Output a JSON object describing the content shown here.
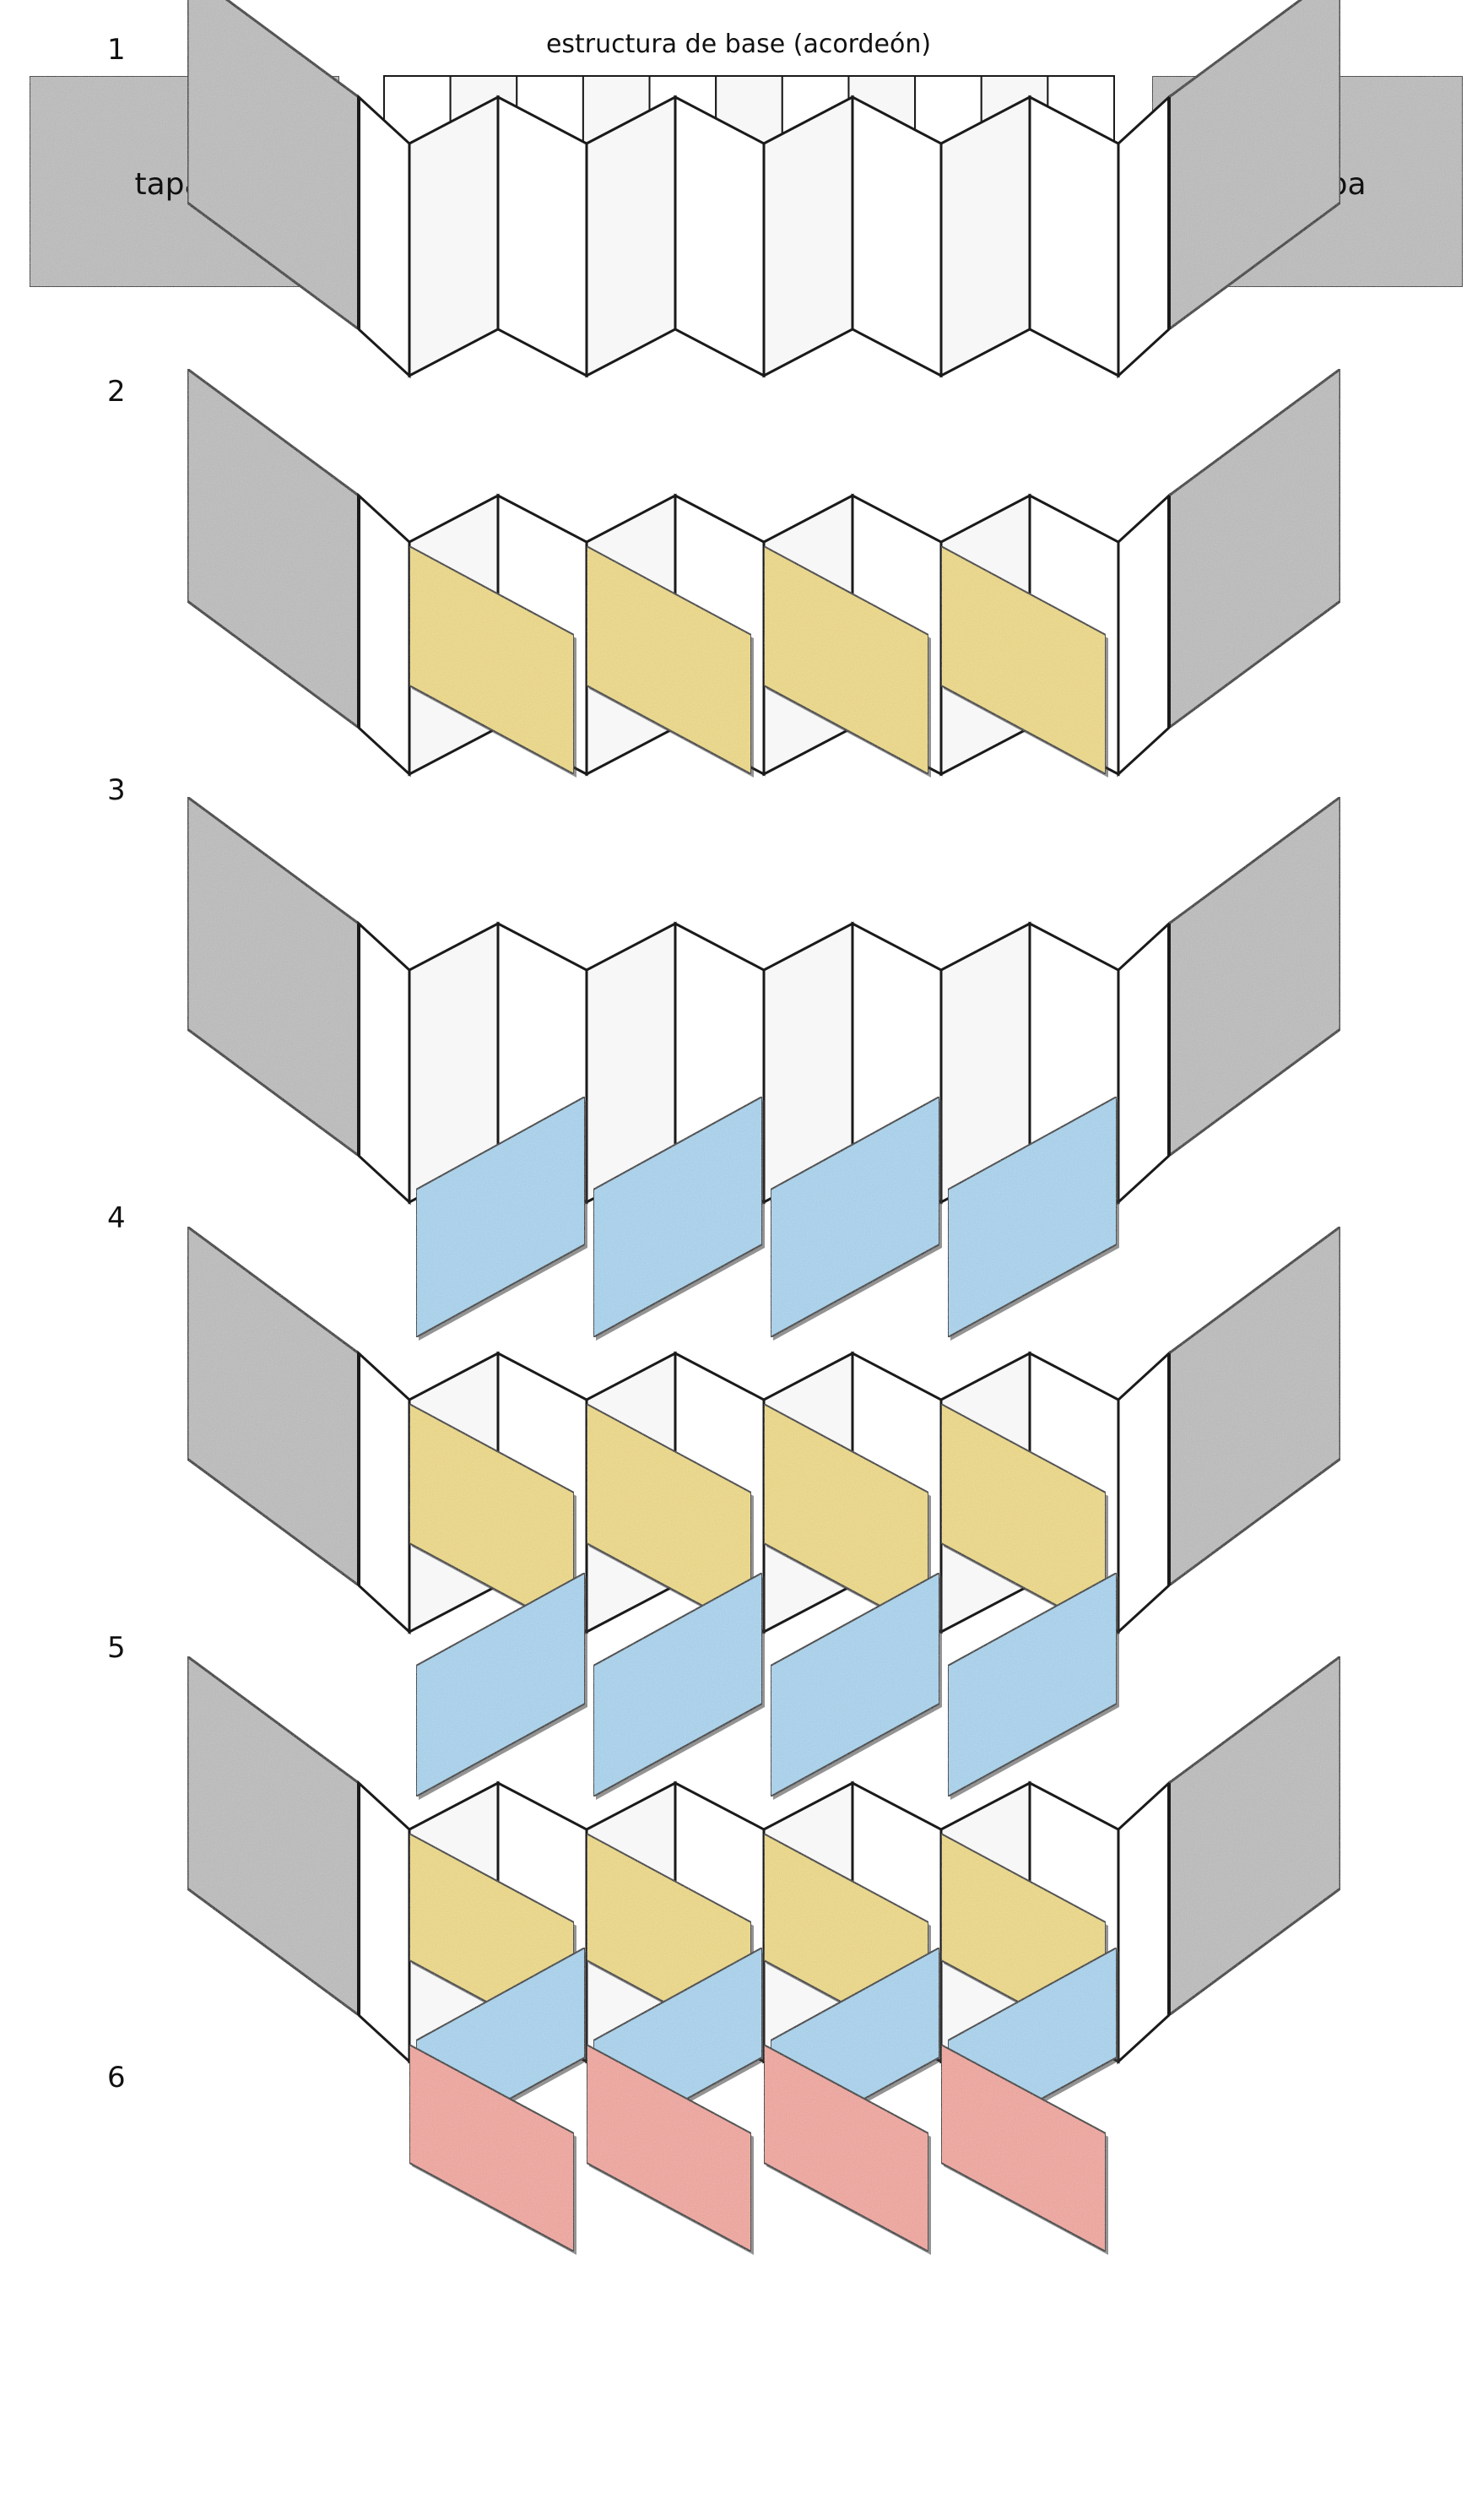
{
  "step1": {
    "number": "1",
    "caption": "estructura de base (acordeón)",
    "left_cover_label": "tapa",
    "right_cover_label": "tapa"
  },
  "steps": [
    {
      "number": "2",
      "layers": []
    },
    {
      "number": "3",
      "layers": [
        "yellow"
      ]
    },
    {
      "number": "4",
      "layers": [
        "blue"
      ]
    },
    {
      "number": "5",
      "layers": [
        "yellow",
        "blue"
      ]
    },
    {
      "number": "6",
      "layers": [
        "yellow",
        "blue",
        "red"
      ]
    }
  ],
  "colors": {
    "cover": "#bdbdbd",
    "panel_white": "#ffffff",
    "panel_light": "#f7f7f7",
    "yellow": "#f1dc82",
    "blue": "#a9d6f2",
    "red": "#f4a59c",
    "stroke": "#1a1a1a"
  }
}
